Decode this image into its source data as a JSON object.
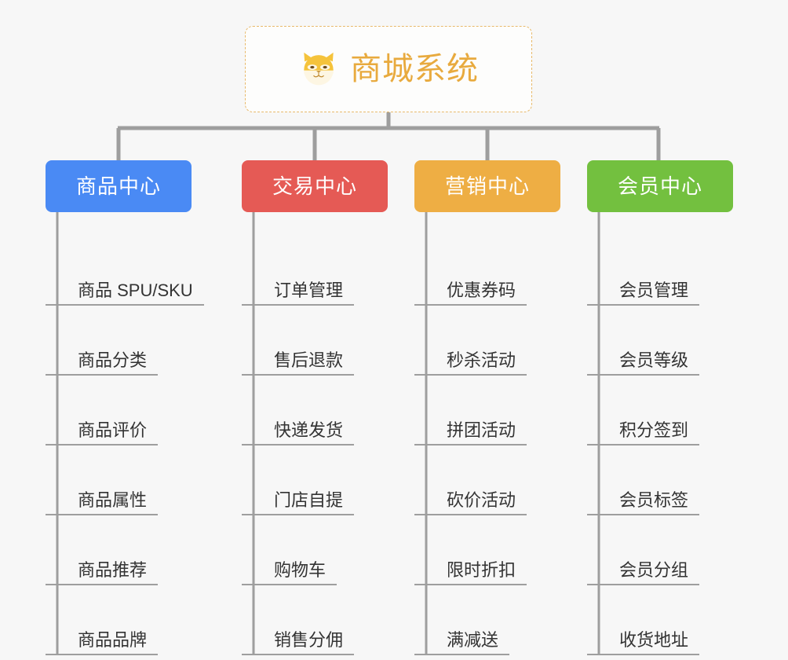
{
  "root": {
    "icon": "shiba-dog-face-icon",
    "title": "商城系统",
    "border_color": "#e8b96a",
    "title_color": "#e8aa3e",
    "background": "#fdfdfc"
  },
  "canvas": {
    "background": "#f7f7f7",
    "connector_color": "#9e9e9e"
  },
  "columns": [
    {
      "id": "product-center",
      "label": "商品中心",
      "color": "#4a8af4",
      "items": [
        {
          "label": "商品 SPU/SKU"
        },
        {
          "label": "商品分类"
        },
        {
          "label": "商品评价"
        },
        {
          "label": "商品属性"
        },
        {
          "label": "商品推荐"
        },
        {
          "label": "商品品牌"
        }
      ]
    },
    {
      "id": "trade-center",
      "label": "交易中心",
      "color": "#e55a55",
      "items": [
        {
          "label": "订单管理"
        },
        {
          "label": "售后退款"
        },
        {
          "label": "快递发货"
        },
        {
          "label": "门店自提"
        },
        {
          "label": "购物车"
        },
        {
          "label": "销售分佣"
        }
      ]
    },
    {
      "id": "marketing-center",
      "label": "营销中心",
      "color": "#eeae44",
      "items": [
        {
          "label": "优惠券码"
        },
        {
          "label": "秒杀活动"
        },
        {
          "label": "拼团活动"
        },
        {
          "label": "砍价活动"
        },
        {
          "label": "限时折扣"
        },
        {
          "label": "满减送"
        }
      ]
    },
    {
      "id": "member-center",
      "label": "会员中心",
      "color": "#73c03f",
      "items": [
        {
          "label": "会员管理"
        },
        {
          "label": "会员等级"
        },
        {
          "label": "积分签到"
        },
        {
          "label": "会员标签"
        },
        {
          "label": "会员分组"
        },
        {
          "label": "收货地址"
        }
      ]
    }
  ]
}
